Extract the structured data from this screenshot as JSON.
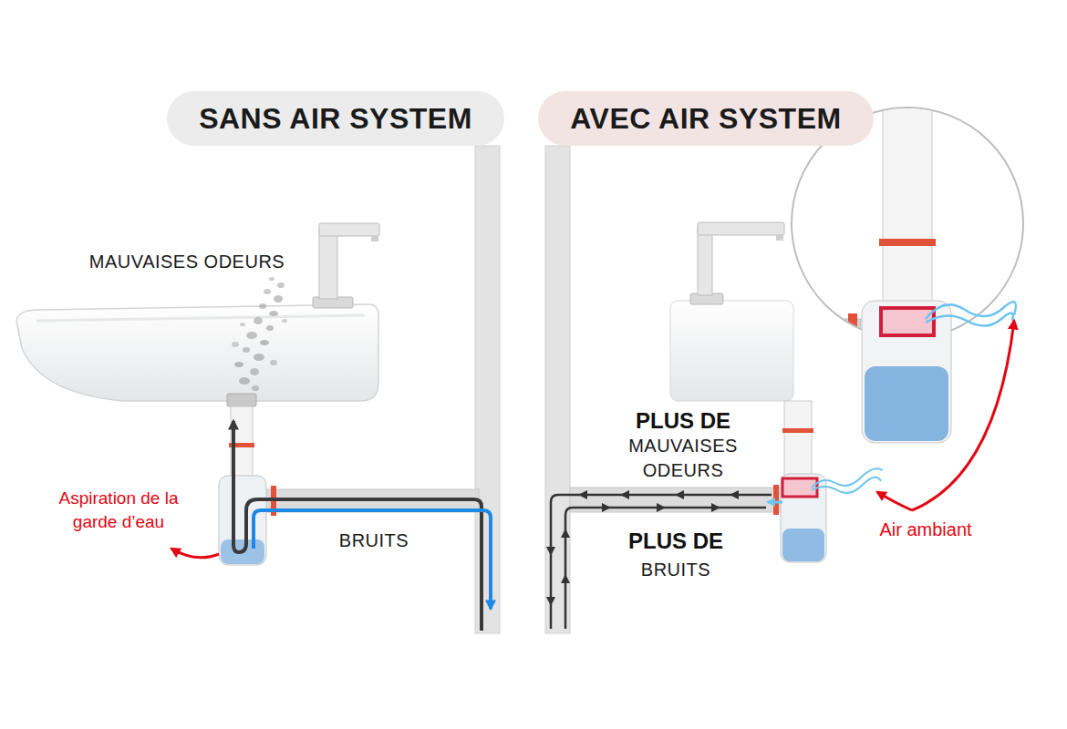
{
  "diagram": {
    "nodes": [
      {
        "text": [
          "SANS AIR SYSTEM"
        ]
      },
      {
        "text": [
          "AVEC AIR SYSTEM"
        ]
      }
    ],
    "labels": [
      "MAUVAISES ODEURS",
      "Aspiration de la garde d’eau",
      "BRUITS",
      "PLUS DE",
      "MAUVAISES ODEURS",
      "PLUS DE",
      "BRUITS",
      "Air ambiant"
    ]
  }
}
